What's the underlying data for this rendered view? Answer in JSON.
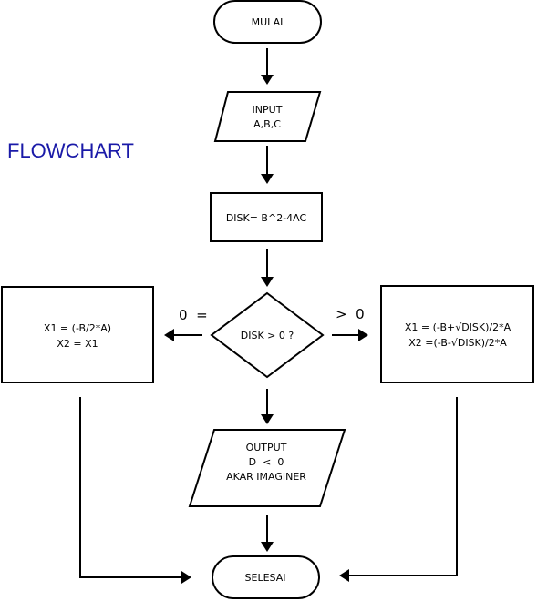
{
  "title": "FLOWCHART",
  "nodes": {
    "start": {
      "lines": [
        "MULAI"
      ]
    },
    "input": {
      "lines": [
        "INPUT",
        "A,B,C"
      ]
    },
    "process": {
      "lines": [
        "DISK= B^2-4AC"
      ]
    },
    "decision": {
      "lines": [
        "DISK > 0 ?"
      ]
    },
    "left_process": {
      "lines": [
        "X1 = (-B/2*A)",
        "X2 = X1"
      ]
    },
    "right_process": {
      "lines": [
        "X1 = (-B+√DISK)/2*A",
        "X2 =(-B-√DISK)/2*A"
      ]
    },
    "output": {
      "lines": [
        "OUTPUT",
        "D  <  0",
        "AKAR IMAGINER"
      ]
    },
    "end": {
      "lines": [
        "SELESAI"
      ]
    }
  },
  "edges": {
    "left_label": "0  =",
    "right_label": ">  0"
  },
  "colors": {
    "title": "#1a1aa8",
    "stroke": "#000000",
    "fill": "#ffffff"
  }
}
